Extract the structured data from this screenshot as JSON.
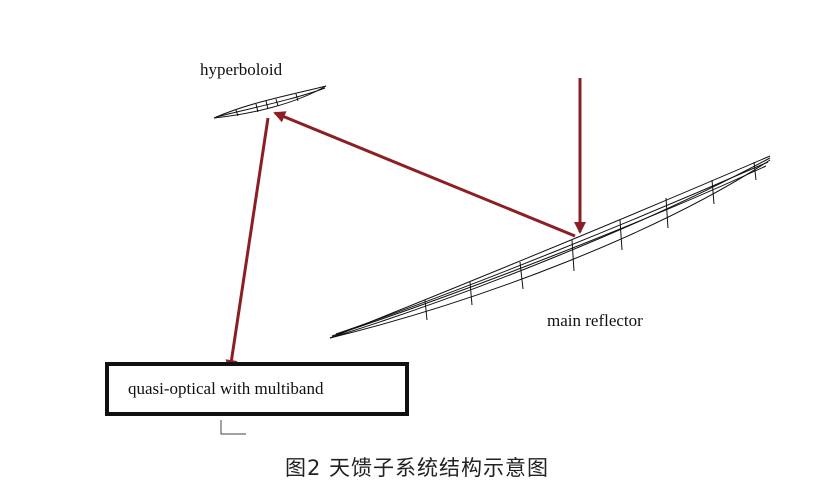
{
  "labels": {
    "hyperboloid": "hyperboloid",
    "main_reflector": "main reflector",
    "receiver_box": "quasi-optical with multiband"
  },
  "caption": "图2 天馈子系统结构示意图",
  "colors": {
    "ray": "#8b1f24",
    "line": "#111111",
    "background": "#ffffff"
  }
}
